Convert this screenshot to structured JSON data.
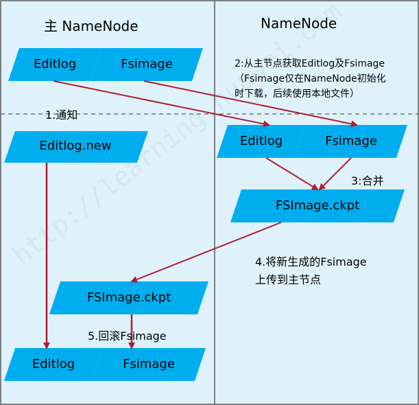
{
  "colors": {
    "background": "#dff2fb",
    "node_fill": "#00aeef",
    "arrow": "#b01c34",
    "border": "#5a5a5a"
  },
  "primary": {
    "title": "主 NameNode",
    "editlog": "Editlog",
    "fsimage": "Fsimage",
    "editlog_new": "Editlog.new",
    "fsimage_ckpt": "FSImage.ckpt",
    "editlog_final": "Editlog",
    "fsimage_final": "Fsimage"
  },
  "secondary": {
    "title": "NameNode",
    "editlog": "Editlog",
    "fsimage": "Fsimage",
    "fsimage_ckpt": "FSImage.ckpt"
  },
  "steps": {
    "s1": "1.通知",
    "s2_line1": "2:从主节点获取Editlog及Fsimage",
    "s2_line2": "（Fsimage仅在NameNode初始化",
    "s2_line3": "时下载，后续使用本地文件）",
    "s3": "3:合并",
    "s4_line1": "4.将新生成的Fsimage",
    "s4_line2": "上传到主节点",
    "s5": "5.回滚Fsimage"
  },
  "watermark": "http://learning.huawei.com"
}
